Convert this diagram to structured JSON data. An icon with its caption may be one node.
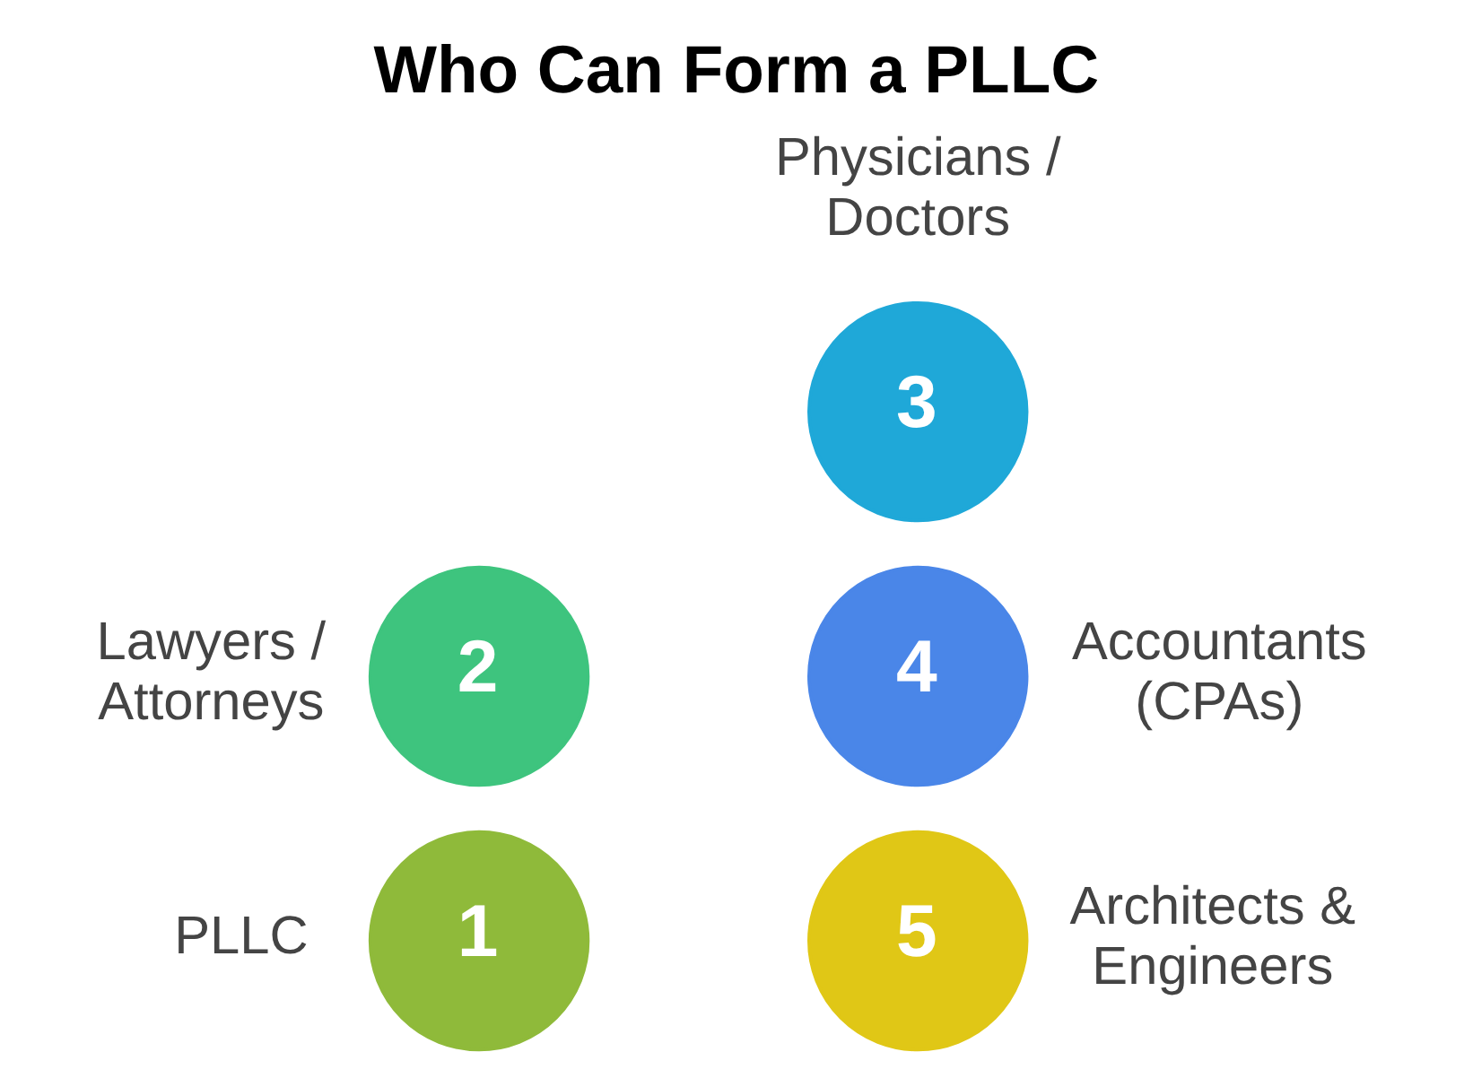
{
  "diagram": {
    "title": "Who Can Form a PLLC",
    "nodes": [
      {
        "text": [
          "1"
        ],
        "beside": [
          "PLLC"
        ]
      },
      {
        "text": [
          "2"
        ],
        "beside": [
          "Lawyers / Attorneys"
        ]
      },
      {
        "text": [
          "3"
        ],
        "beside": [
          "Physicians / Doctors"
        ]
      },
      {
        "text": [
          "4"
        ],
        "beside": [
          "Accountants (CPAs)"
        ]
      },
      {
        "text": [
          "5"
        ],
        "beside": [
          "Architects & Engineers"
        ]
      }
    ],
    "edges": []
  }
}
